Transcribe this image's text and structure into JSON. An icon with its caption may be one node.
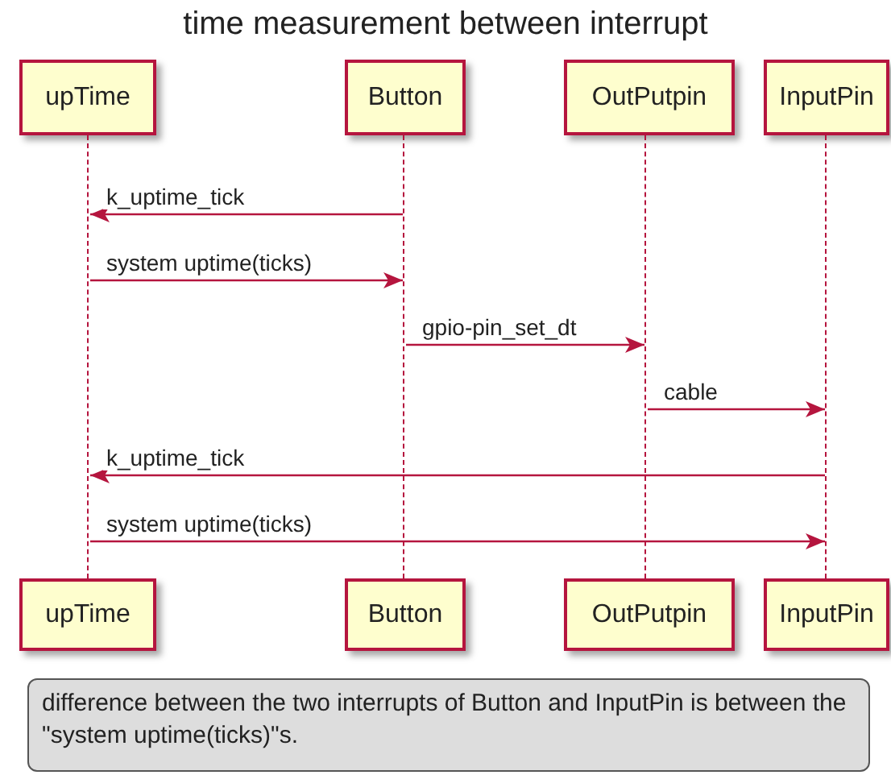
{
  "diagram": {
    "title": "time measurement between interrupt",
    "nodes": [
      {
        "text": [
          "upTime"
        ]
      },
      {
        "text": [
          "Button"
        ]
      },
      {
        "text": [
          "OutPutpin"
        ]
      },
      {
        "text": [
          "InputPin"
        ]
      },
      {
        "text": [],
        "shape": "line"
      },
      {
        "text": [],
        "shape": "line"
      },
      {
        "text": [],
        "shape": "line"
      },
      {
        "text": [],
        "shape": "line"
      },
      {
        "text": [
          "upTime"
        ]
      },
      {
        "text": [
          "Button"
        ]
      },
      {
        "text": [
          "OutPutpin"
        ]
      },
      {
        "text": [
          "InputPin"
        ]
      },
      {
        "text": [
          "difference between the two interrupts of Button and InputPin is between the \"system uptime(ticks)\"s."
        ]
      }
    ],
    "edges": [
      {
        "from": 5,
        "to": 4,
        "arrow": "to",
        "label": "k_uptime_tick"
      },
      {
        "from": 4,
        "to": 5,
        "arrow": "to",
        "label": "system uptime(ticks)"
      },
      {
        "from": 5,
        "to": 6,
        "arrow": "to",
        "label": "gpio-pin_set_dt"
      },
      {
        "from": 6,
        "to": 7,
        "arrow": "to",
        "label": "cable"
      },
      {
        "from": 7,
        "to": 4,
        "arrow": "to",
        "label": "k_uptime_tick"
      },
      {
        "from": 4,
        "to": 7,
        "arrow": "to",
        "label": "system uptime(ticks)"
      }
    ]
  }
}
